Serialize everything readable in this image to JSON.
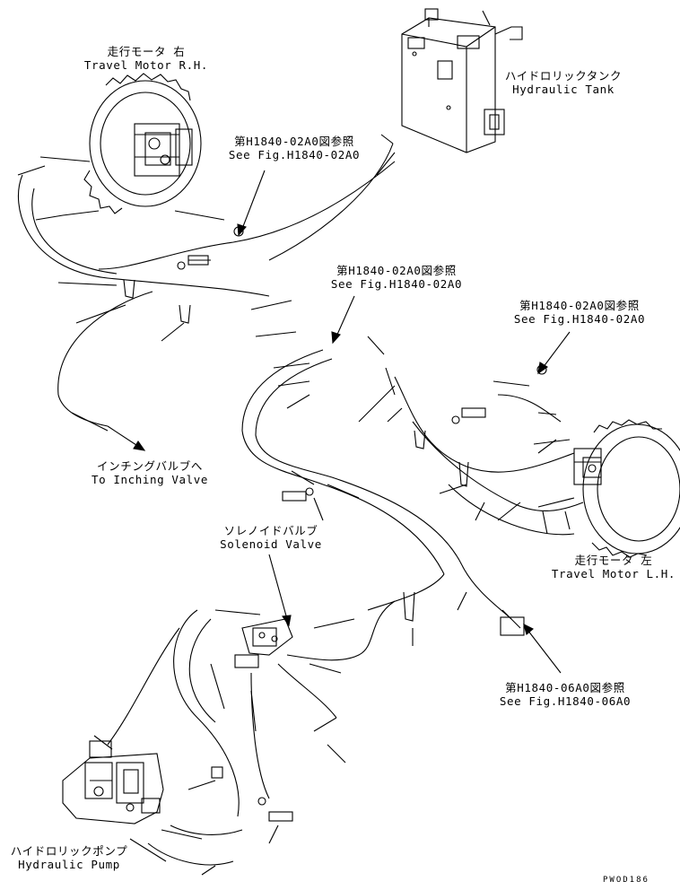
{
  "labels": {
    "travel_motor_rh": {
      "jp": "走行モータ 右",
      "en": "Travel Motor R.H."
    },
    "hydraulic_tank": {
      "jp": "ハイドロリックタンク",
      "en": "Hydraulic Tank"
    },
    "ref_1": {
      "jp": "第H1840-02A0図参照",
      "en": "See Fig.H1840-02A0"
    },
    "ref_2": {
      "jp": "第H1840-02A0図参照",
      "en": "See Fig.H1840-02A0"
    },
    "ref_3": {
      "jp": "第H1840-02A0図参照",
      "en": "See Fig.H1840-02A0"
    },
    "inching_valve": {
      "jp": "インチングバルブへ",
      "en": "To Inching Valve"
    },
    "solenoid_valve": {
      "jp": "ソレノイドバルブ",
      "en": "Solenoid Valve"
    },
    "travel_motor_lh": {
      "jp": "走行モータ 左",
      "en": "Travel Motor L.H."
    },
    "ref_4": {
      "jp": "第H1840-06A0図参照",
      "en": "See Fig.H1840-06A0"
    },
    "hydraulic_pump": {
      "jp": "ハイドロリックポンプ",
      "en": "Hydraulic Pump"
    }
  },
  "drawing_code": "PWOD186"
}
